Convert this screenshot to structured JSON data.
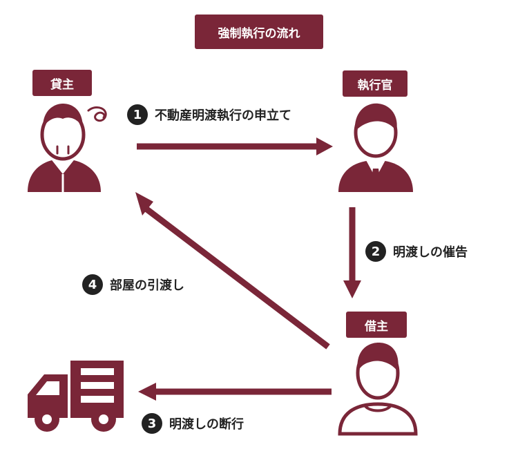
{
  "title": "強制執行の流れ",
  "colors": {
    "accent": "#7a2638",
    "text": "#222222"
  },
  "actors": {
    "lender": {
      "label": "貸主",
      "icon": "worried-person-icon"
    },
    "officer": {
      "label": "執行官",
      "icon": "suit-person-icon"
    },
    "borrower": {
      "label": "借主",
      "icon": "person-icon"
    },
    "truck": {
      "icon": "moving-truck-icon"
    }
  },
  "steps": [
    {
      "number": "1",
      "label": "不動産明渡執行の申立て"
    },
    {
      "number": "2",
      "label": "明渡しの催告"
    },
    {
      "number": "3",
      "label": "明渡しの断行"
    },
    {
      "number": "4",
      "label": "部屋の引渡し"
    }
  ]
}
